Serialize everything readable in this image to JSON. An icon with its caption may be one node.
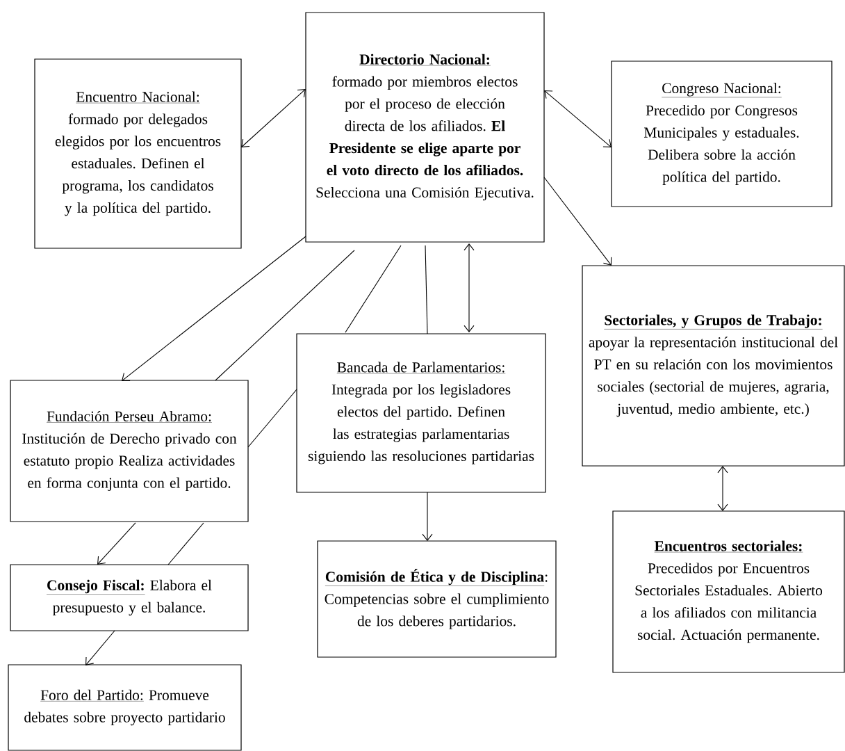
{
  "diagram": {
    "nodes": [
      {
        "text": [
          "Encuentro Nacional:",
          "formado por delegados elegidos por los encuentros estaduales. Definen el programa, los candidatos y la política del partido."
        ]
      },
      {
        "text": [
          "Directorio Nacional:",
          "formado por miembros electos por el proceso de elección directa de los afiliados. **El Presidente se elige aparte por el voto directo de los afiliados.** Selecciona una Comisión Ejecutiva."
        ]
      },
      {
        "text": [
          "Congreso Nacional:",
          "Precedido por Congresos Municipales y estaduales. Delibera sobre la acción política del partido."
        ]
      },
      {
        "text": [
          "Sectoriales, y Grupos de Trabajo:",
          "apoyar la representación institucional del PT en su relación con los movimientos sociales (sectorial de mujeres, agraria, juventud, medio ambiente, etc.)"
        ]
      },
      {
        "text": [
          "Bancada de Parlamentarios:",
          "Integrada por los legisladores electos del partido. Definen las estrategias parlamentarias siguiendo las resoluciones partidarias"
        ]
      },
      {
        "text": [
          "Fundación Perseu Abramo:",
          "Institución de Derecho privado con estatuto propio Realiza actividades en forma conjunta con el partido."
        ]
      },
      {
        "text": [
          "Consejo Fiscal:",
          "Elabora el presupuesto y el balance."
        ]
      },
      {
        "text": [
          "Comisión de Ética y de Disciplina",
          ": Competencias sobre el cumplimiento de los deberes partidarios."
        ]
      },
      {
        "text": [
          "Encuentros sectoriales:",
          "Precedidos por Encuentros Sectoriales Estaduales. Abierto a los afiliados con militancia social. Actuación permanente."
        ]
      },
      {
        "text": [
          "Foro del Partido:",
          "Promueve debates sobre proyecto partidario"
        ]
      }
    ],
    "edges": [
      {
        "from": 0,
        "to": 1,
        "arrow": "both"
      },
      {
        "from": 1,
        "to": 2,
        "arrow": "both"
      },
      {
        "from": 1,
        "to": 3,
        "arrow": "to"
      },
      {
        "from": 1,
        "to": 5,
        "arrow": "to"
      },
      {
        "from": 1,
        "to": 5,
        "arrow": "none"
      },
      {
        "from": 1,
        "to": 4,
        "arrow": "none"
      },
      {
        "from": 1,
        "to": 4,
        "arrow": "none"
      },
      {
        "from": 1,
        "to": 4,
        "arrow": "both"
      },
      {
        "from": 4,
        "to": 5,
        "arrow": "none"
      },
      {
        "from": 4,
        "to": 7,
        "arrow": "to"
      },
      {
        "from": 3,
        "to": 8,
        "arrow": "both"
      },
      {
        "from": 5,
        "to": 6,
        "arrow": "to"
      },
      {
        "from": 5,
        "to": 6,
        "arrow": "none"
      },
      {
        "from": 6,
        "to": 9,
        "arrow": "to"
      }
    ]
  }
}
